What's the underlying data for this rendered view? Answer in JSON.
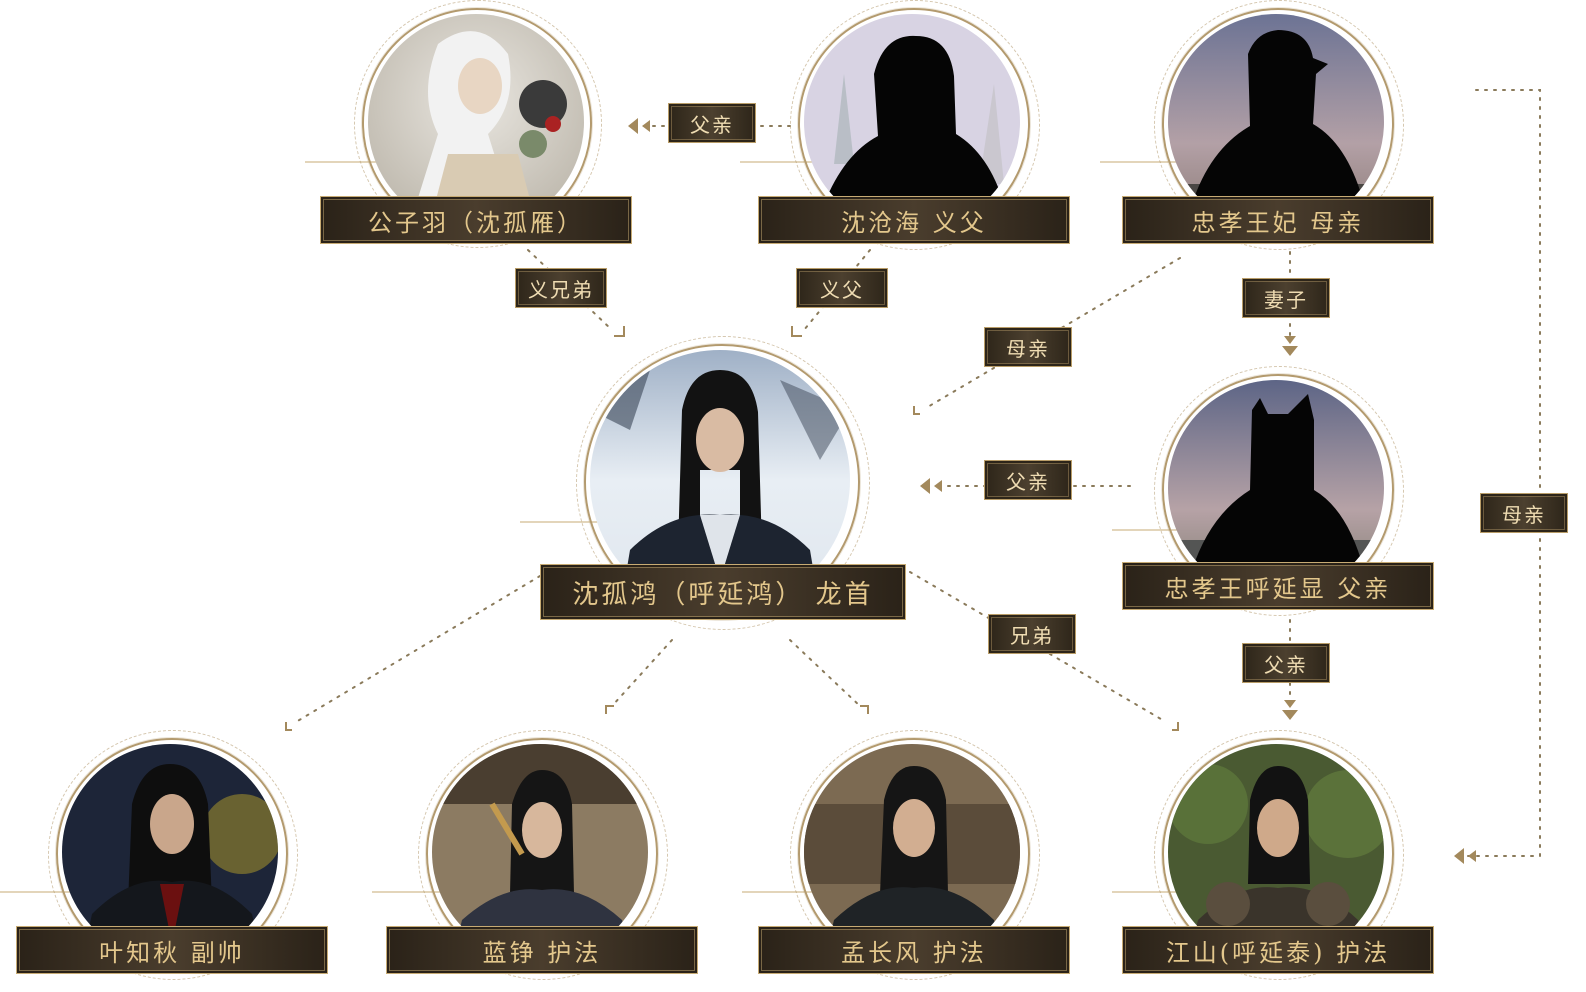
{
  "characters": {
    "gongziyu": {
      "name": "公子羽（沈孤雁）"
    },
    "shencanghai": {
      "name": "沈沧海 义父"
    },
    "zhongxiao_wangfei": {
      "name": "忠孝王妃 母亲"
    },
    "shenguhong": {
      "name": "沈孤鸿（呼延鸿） 龙首"
    },
    "zhongxiao_wang": {
      "name": "忠孝王呼延显 父亲"
    },
    "yezhiqiu": {
      "name": "叶知秋 副帅"
    },
    "lanzheng": {
      "name": "蓝铮 护法"
    },
    "mengchangfeng": {
      "name": "孟长风 护法"
    },
    "jiangshan": {
      "name": "江山(呼延泰) 护法"
    }
  },
  "relations": {
    "father_top": "父亲",
    "sworn_brother": "义兄弟",
    "foster_father": "义父",
    "wife": "妻子",
    "mother_left": "母亲",
    "father_mid": "父亲",
    "brother": "兄弟",
    "father_bottom": "父亲",
    "mother_right": "母亲"
  },
  "colors": {
    "gold": "#c7ab74",
    "plate_dark": "#2a2218",
    "text_gold": "#e3c78c",
    "connector": "#8a7a5a"
  },
  "icons": {
    "arrow": "diamond-arrow-icon",
    "silhouette": "silhouette-icon",
    "portrait": "character-portrait-icon"
  }
}
